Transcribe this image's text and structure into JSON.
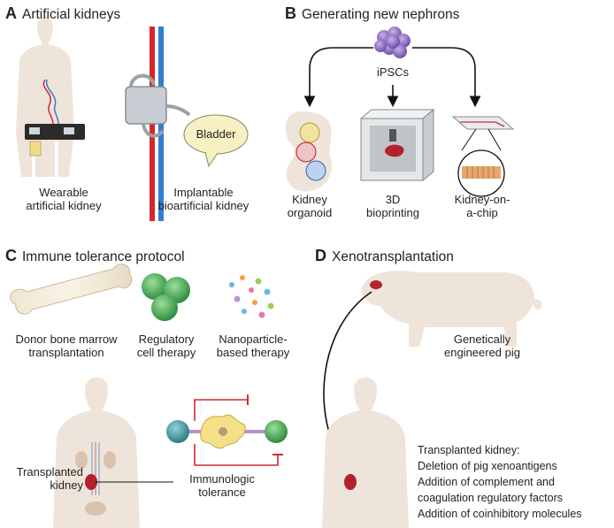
{
  "panels": {
    "a": {
      "letter": "A",
      "title": "Artificial kidneys",
      "wearable": [
        "Wearable",
        "artificial kidney"
      ],
      "implantable": [
        "Implantable",
        "bioartificial kidney"
      ],
      "bladder": "Bladder"
    },
    "b": {
      "letter": "B",
      "title": "Generating new nephrons",
      "ipsc": "iPSCs",
      "organoid": [
        "Kidney",
        "organoid"
      ],
      "bioprinting": [
        "3D",
        "bioprinting"
      ],
      "chip": [
        "Kidney-on-",
        "a-chip"
      ]
    },
    "c": {
      "letter": "C",
      "title": "Immune tolerance protocol",
      "bone": [
        "Donor bone marrow",
        "transplantation"
      ],
      "regulatory": [
        "Regulatory",
        "cell therapy"
      ],
      "nano": [
        "Nanoparticle-",
        "based therapy"
      ],
      "transplanted": [
        "Transplanted",
        "kidney"
      ],
      "tolerance": [
        "Immunologic",
        "tolerance"
      ]
    },
    "d": {
      "letter": "D",
      "title": "Xenotransplantation",
      "pig": [
        "Genetically",
        "engineered pig"
      ],
      "list_title": "Transplanted kidney:",
      "list": [
        "Deletion of pig xenoantigens",
        "Addition of complement and",
        "coagulation regulatory factors",
        "Addition of coinhibitory molecules"
      ]
    }
  },
  "colors": {
    "body": "#efe4da",
    "kidney": "#b5202e",
    "cell_green": "#3fae4f",
    "cell_teal": "#3a8f9a",
    "inhibit": "#d7262d"
  }
}
